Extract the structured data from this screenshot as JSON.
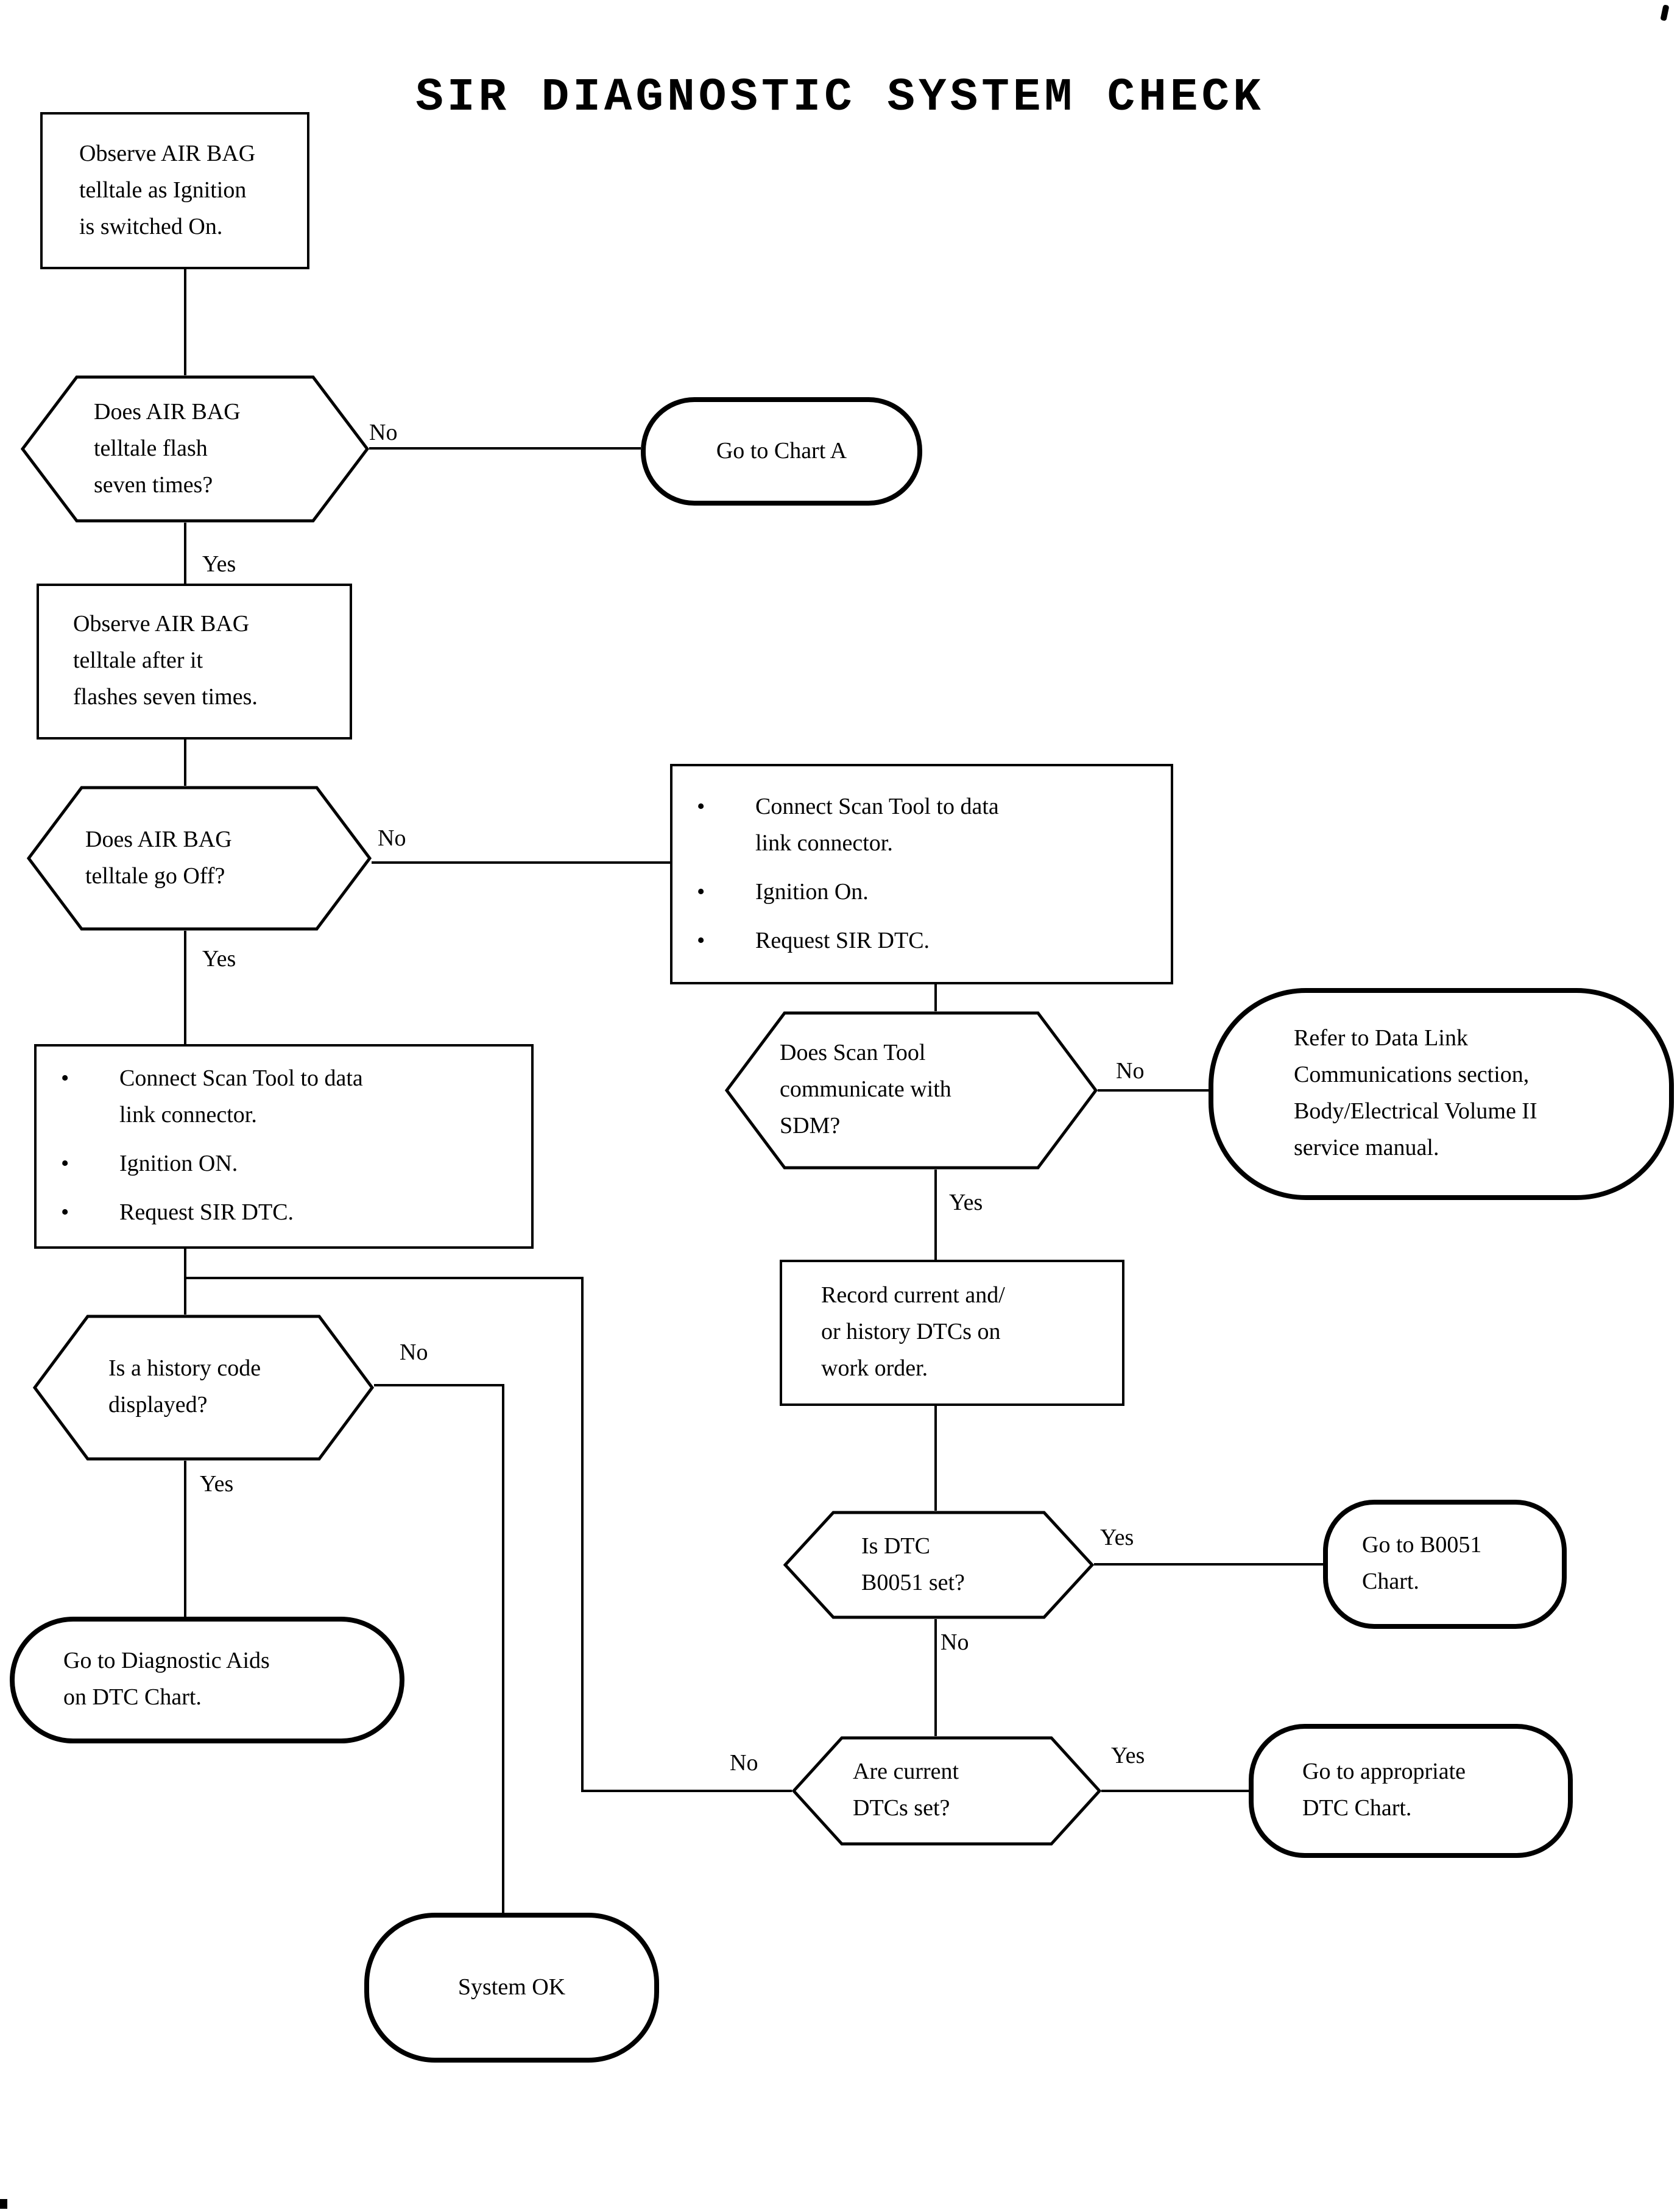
{
  "page": {
    "background_color": "#ffffff",
    "ink_color": "#000000"
  },
  "title": "SIR DIAGNOSTIC SYSTEM CHECK",
  "labels": {
    "yes": "Yes",
    "no": "No"
  },
  "nodes": {
    "observe_ignition": {
      "type": "process",
      "text": "Observe AIR BAG\ntelltale as Ignition\nis switched On."
    },
    "flash_seven": {
      "type": "decision",
      "text": "Does AIR BAG\ntelltale flash\nseven times?"
    },
    "chart_a": {
      "type": "terminal",
      "text": "Go to Chart A"
    },
    "observe_after": {
      "type": "process",
      "text": "Observe AIR BAG\ntelltale after it\nflashes seven times."
    },
    "telltale_off": {
      "type": "decision",
      "text": "Does AIR BAG\ntelltale go Off?"
    },
    "scan_tool_right": {
      "type": "process",
      "bullets": [
        "Connect Scan Tool to data\nlink connector.",
        "Ignition On.",
        "Request SIR DTC."
      ]
    },
    "scan_tool_left": {
      "type": "process",
      "bullets": [
        "Connect Scan Tool to data\nlink connector.",
        "Ignition ON.",
        "Request SIR DTC."
      ]
    },
    "sdm_comm": {
      "type": "decision",
      "text": "Does Scan Tool\ncommunicate with\nSDM?"
    },
    "refer_dlc": {
      "type": "terminal",
      "text": "Refer to Data Link\nCommunications section,\nBody/Electrical Volume II\nservice manual."
    },
    "record_dtcs": {
      "type": "process",
      "text": "Record current and/\nor history DTCs on\nwork order."
    },
    "history_code": {
      "type": "decision",
      "text": "Is a history code\ndisplayed?"
    },
    "diag_aids": {
      "type": "terminal",
      "text": "Go to Diagnostic Aids\non DTC Chart."
    },
    "b0051_set": {
      "type": "decision",
      "text": "Is DTC\nB0051 set?"
    },
    "b0051_chart": {
      "type": "terminal",
      "text": "Go to B0051\nChart."
    },
    "current_dtcs": {
      "type": "decision",
      "text": "Are current\nDTCs set?"
    },
    "appropriate_chart": {
      "type": "terminal",
      "text": "Go to appropriate\nDTC Chart."
    },
    "system_ok": {
      "type": "terminal",
      "text": "System OK"
    }
  }
}
